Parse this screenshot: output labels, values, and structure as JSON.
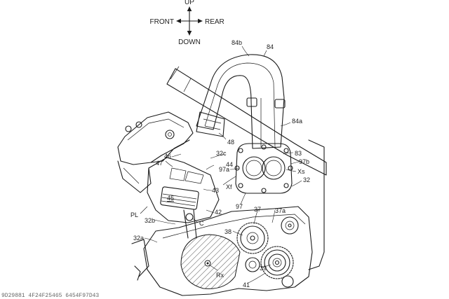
{
  "compass": {
    "up": "UP",
    "down": "DOWN",
    "front": "FRONT",
    "rear": "REAR"
  },
  "labels": {
    "l84b": "84b",
    "l84": "84",
    "l84a": "84a",
    "l48": "48",
    "l83": "83",
    "l46": "46",
    "l32c": "32c",
    "l47": "47",
    "l44": "44",
    "l97a": "97a",
    "l97b": "97b",
    "lXs": "Xs",
    "lXf": "Xf",
    "l32": "32",
    "l43": "43",
    "l45": "45",
    "lPL": "PL",
    "l42": "42",
    "l97": "97",
    "l37": "37",
    "l37a": "37a",
    "l32b": "32b",
    "lC": "C",
    "l38": "38",
    "l32a": "32a",
    "lRx": "Rx",
    "l39": "39",
    "l41": "41"
  },
  "watermark": "9D29881 4F24F25465 6454F97D43"
}
